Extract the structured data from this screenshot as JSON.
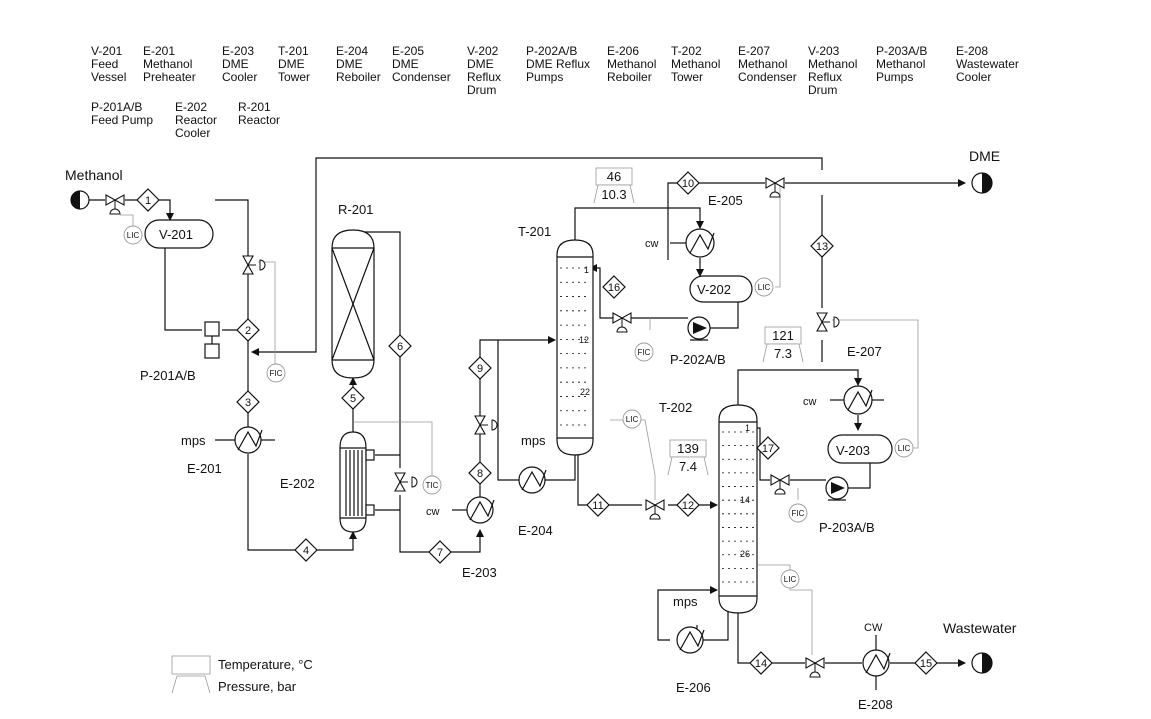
{
  "equipment_legend": [
    {
      "tag": "V-201",
      "desc": "Feed\nVessel"
    },
    {
      "tag": "E-201",
      "desc": "Methanol\nPreheater"
    },
    {
      "tag": "E-203",
      "desc": "DME\nCooler"
    },
    {
      "tag": "T-201",
      "desc": "DME\nTower"
    },
    {
      "tag": "E-204",
      "desc": "DME\nReboiler"
    },
    {
      "tag": "E-205",
      "desc": "DME\nCondenser"
    },
    {
      "tag": "V-202",
      "desc": "DME\nReflux\nDrum"
    },
    {
      "tag": "P-202A/B",
      "desc": "DME Reflux\nPumps"
    },
    {
      "tag": "E-206",
      "desc": "Methanol\nReboiler"
    },
    {
      "tag": "T-202",
      "desc": "Methanol\nTower"
    },
    {
      "tag": "E-207",
      "desc": "Methanol\nCondenser"
    },
    {
      "tag": "V-203",
      "desc": "Methanol\nReflux\nDrum"
    },
    {
      "tag": "P-203A/B",
      "desc": "Methanol\nPumps"
    },
    {
      "tag": "E-208",
      "desc": "Wastewater\nCooler"
    },
    {
      "tag": "P-201A/B",
      "desc": "Feed Pump"
    },
    {
      "tag": "E-202",
      "desc": "Reactor\nCooler"
    },
    {
      "tag": "R-201",
      "desc": "Reactor"
    }
  ],
  "streams": {
    "feed": "Methanol",
    "product": "DME",
    "waste": "Wastewater"
  },
  "labels": {
    "r201": "R-201",
    "t201": "T-201",
    "t202": "T-202",
    "v201": "V-201",
    "v202": "V-202",
    "v203": "V-203",
    "e201": "E-201",
    "e202": "E-202",
    "e203": "E-203",
    "e204": "E-204",
    "e205": "E-205",
    "e206": "E-206",
    "e207": "E-207",
    "e208": "E-208",
    "p201": "P-201A/B",
    "p202": "P-202A/B",
    "p203": "P-203A/B"
  },
  "utilities": {
    "mps": "mps",
    "cw": "cw",
    "cw_upper": "CW"
  },
  "controllers": {
    "lic": "LIC",
    "fic": "FIC",
    "tic": "TIC"
  },
  "stream_numbers": [
    "1",
    "2",
    "3",
    "4",
    "5",
    "6",
    "7",
    "8",
    "9",
    "10",
    "11",
    "12",
    "13",
    "14",
    "15",
    "16",
    "17"
  ],
  "tray_numbers": {
    "t201": [
      "1",
      "12",
      "22"
    ],
    "t202": [
      "1",
      "14",
      "26"
    ]
  },
  "conditions": [
    {
      "temperature": "46",
      "pressure": "10.3"
    },
    {
      "temperature": "139",
      "pressure": "7.4"
    },
    {
      "temperature": "121",
      "pressure": "7.3"
    }
  ],
  "flag_legend": {
    "temperature": "Temperature, °C",
    "pressure": "Pressure, bar"
  },
  "colors": {
    "line": "#111111",
    "signal": "#999999"
  }
}
